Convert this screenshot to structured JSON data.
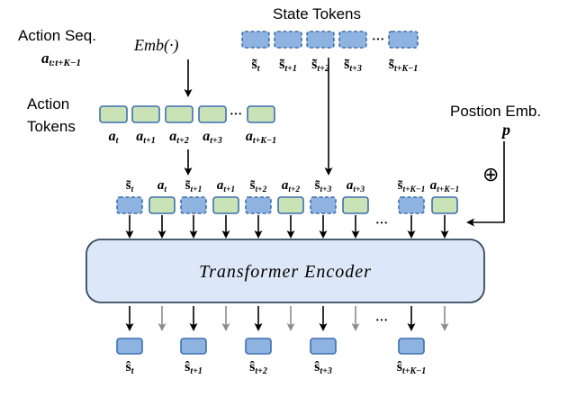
{
  "labels": {
    "action_seq": "Action Seq.",
    "action_seq_var": "a",
    "action_seq_sub": "t:t+K−1",
    "emb_fn": "Emb(·)",
    "state_tokens": "State Tokens",
    "action_tokens_line1": "Action",
    "action_tokens_line2": "Tokens",
    "position_emb": "Postion Emb.",
    "position_var": "p",
    "oplus": "⊕",
    "encoder": "Transformer Encoder",
    "ellipsis": "···"
  },
  "state_tokens": [
    {
      "var": "s̃",
      "sub": "t"
    },
    {
      "var": "s̃",
      "sub": "t+1"
    },
    {
      "var": "s̃",
      "sub": "t+2"
    },
    {
      "var": "s̃",
      "sub": "t+3"
    },
    {
      "var": "s̃",
      "sub": "t+K−1"
    }
  ],
  "action_tokens": [
    {
      "var": "a",
      "sub": "t"
    },
    {
      "var": "a",
      "sub": "t+1"
    },
    {
      "var": "a",
      "sub": "t+2"
    },
    {
      "var": "a",
      "sub": "t+3"
    },
    {
      "var": "a",
      "sub": "t+K−1"
    }
  ],
  "interleaved_tokens": [
    {
      "kind": "state",
      "var": "s̃",
      "sub": "t"
    },
    {
      "kind": "action",
      "var": "a",
      "sub": "t"
    },
    {
      "kind": "state",
      "var": "s̃",
      "sub": "t+1"
    },
    {
      "kind": "action",
      "var": "a",
      "sub": "t+1"
    },
    {
      "kind": "state",
      "var": "s̃",
      "sub": "t+2"
    },
    {
      "kind": "action",
      "var": "a",
      "sub": "t+2"
    },
    {
      "kind": "state",
      "var": "s̃",
      "sub": "t+3"
    },
    {
      "kind": "action",
      "var": "a",
      "sub": "t+3"
    },
    {
      "kind": "state",
      "var": "s̃",
      "sub": "t+K−1"
    },
    {
      "kind": "action",
      "var": "a",
      "sub": "t+K−1"
    }
  ],
  "output_tokens": [
    {
      "var": "ŝ",
      "sub": "t"
    },
    {
      "var": "ŝ",
      "sub": "t+1"
    },
    {
      "var": "ŝ",
      "sub": "t+2"
    },
    {
      "var": "ŝ",
      "sub": "t+3"
    },
    {
      "var": "ŝ",
      "sub": "t+K−1"
    }
  ],
  "colors": {
    "state_fill": "#8fb3e0",
    "state_stroke": "#3d6fb0",
    "action_fill": "#c9e3b6",
    "action_stroke": "#3d6fb0",
    "encoder_fill": "#dce8f7",
    "encoder_stroke": "#35495e",
    "arrow": "#000000",
    "arrow_gray": "#8c8c8c"
  }
}
